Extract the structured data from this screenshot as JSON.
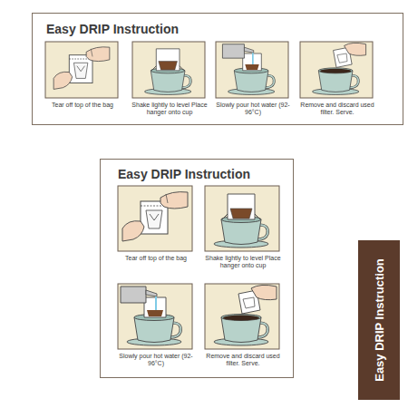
{
  "diagram": {
    "nodes": [
      {
        "text": [
          "Easy DRIP Instruction"
        ]
      },
      {
        "text": [
          "Tear off top of the bag"
        ],
        "in": 0
      },
      {
        "text": [
          "Shake lightly to level Place hanger onto cup"
        ],
        "in": 0
      },
      {
        "text": [
          "Slowly pour hot water (92-96°C)"
        ],
        "in": 0
      },
      {
        "text": [
          "Remove and discard used filter. Serve."
        ],
        "in": 0
      },
      {
        "text": [
          "Easy DRIP Instruction"
        ]
      },
      {
        "text": [
          "Tear off top of the bag"
        ],
        "in": 5
      },
      {
        "text": [
          "Shake lightly to level Place hanger onto cup"
        ],
        "in": 5
      },
      {
        "text": [
          "Slowly pour hot water (92-96°C)"
        ],
        "in": 5
      },
      {
        "text": [
          "Remove and discard used filter. Serve."
        ],
        "in": 5
      },
      {
        "text": [
          "Easy DRIP Instruction"
        ]
      }
    ]
  }
}
